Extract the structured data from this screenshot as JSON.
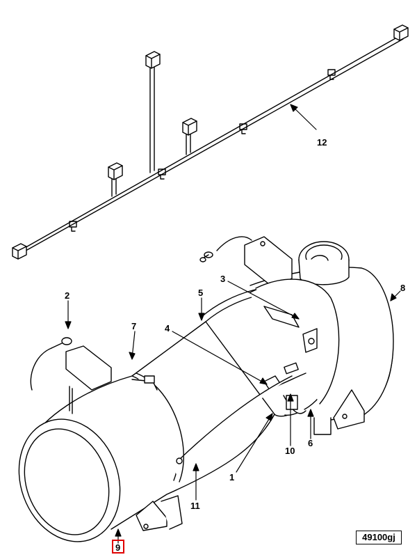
{
  "callouts": {
    "c1": "1",
    "c2": "2",
    "c3": "3",
    "c4": "4",
    "c5": "5",
    "c6": "6",
    "c7": "7",
    "c8": "8",
    "c9": "9",
    "c10": "10",
    "c11": "11",
    "c12": "12"
  },
  "reference_code": "49100gj",
  "highlighted_callout": "9",
  "colors": {
    "line": "#000000",
    "highlight": "#e00000",
    "background": "#ffffff"
  }
}
